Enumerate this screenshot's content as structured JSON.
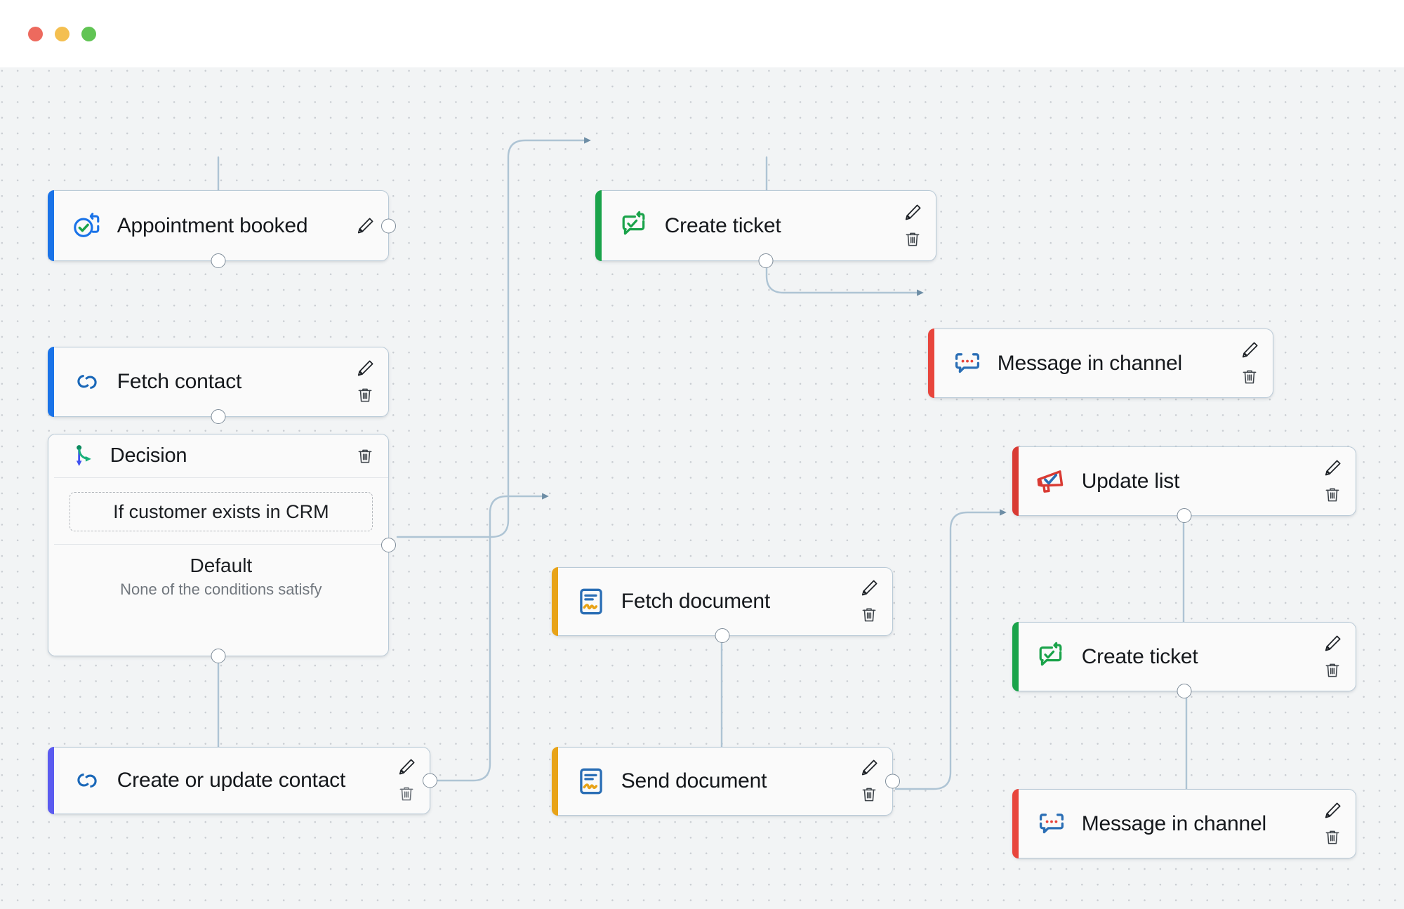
{
  "window": {
    "traffic_lights": [
      {
        "name": "close",
        "color": "#ed6a5e"
      },
      {
        "name": "minimize",
        "color": "#f4bf50"
      },
      {
        "name": "maximize",
        "color": "#61c454"
      }
    ]
  },
  "canvas": {
    "background_color": "#f2f4f5",
    "dot_color": "#c9cdd2",
    "edge_color": "#aec4d4",
    "arrow_color": "#6d8da5"
  },
  "accents": {
    "trigger_blue": "#1a73e8",
    "crm_blue": "#1a73e8",
    "ticket_green": "#1aa34a",
    "channel_red": "#e8453c",
    "list_red": "#d93a33",
    "document_amber": "#e8a317",
    "contact_indigo": "#5b5bf0",
    "decision_none": "transparent"
  },
  "actions": {
    "edit_label": "edit",
    "delete_label": "delete",
    "edit_icon": "pencil-icon",
    "delete_icon": "trash-icon"
  },
  "nodes": [
    {
      "id": "appointment-booked",
      "label": "Appointment booked",
      "icon": "appointment-booked-icon",
      "accent": "#1a73e8",
      "has_edit": true,
      "has_delete": false,
      "ports": [
        "bottom",
        "right"
      ]
    },
    {
      "id": "fetch-contact",
      "label": "Fetch contact",
      "icon": "linked-rings-icon",
      "accent": "#1a73e8",
      "has_edit": true,
      "has_delete": true,
      "ports": [
        "bottom"
      ]
    },
    {
      "id": "decision",
      "label": "Decision",
      "icon": "branch-decision-icon",
      "accent": "transparent",
      "has_edit": false,
      "has_delete": true,
      "condition": "If customer exists in CRM",
      "default_title": "Default",
      "default_subtitle": "None of the conditions satisfy",
      "ports": [
        "bottom",
        "condition-right"
      ]
    },
    {
      "id": "create-or-update-contact",
      "label": "Create or update contact",
      "icon": "linked-rings-icon",
      "accent": "#5b5bf0",
      "has_edit": true,
      "has_delete": true,
      "ports": [
        "right"
      ]
    },
    {
      "id": "create-ticket-top",
      "label": "Create ticket",
      "icon": "ticket-chat-check-icon",
      "accent": "#1aa34a",
      "has_edit": true,
      "has_delete": true,
      "ports": [
        "bottom"
      ]
    },
    {
      "id": "message-in-channel-top",
      "label": "Message in channel",
      "icon": "chat-dots-icon",
      "accent": "#e8453c",
      "has_edit": true,
      "has_delete": true,
      "ports": []
    },
    {
      "id": "fetch-document",
      "label": "Fetch document",
      "icon": "signed-document-icon",
      "accent": "#e8a317",
      "has_edit": true,
      "has_delete": true,
      "ports": [
        "bottom"
      ]
    },
    {
      "id": "send-document",
      "label": "Send document",
      "icon": "signed-document-icon",
      "accent": "#e8a317",
      "has_edit": true,
      "has_delete": true,
      "ports": [
        "right"
      ]
    },
    {
      "id": "update-list",
      "label": "Update list",
      "icon": "megaphone-check-icon",
      "accent": "#d93a33",
      "has_edit": true,
      "has_delete": true,
      "ports": [
        "bottom"
      ]
    },
    {
      "id": "create-ticket-bottom",
      "label": "Create ticket",
      "icon": "ticket-chat-check-icon",
      "accent": "#1aa34a",
      "has_edit": true,
      "has_delete": true,
      "ports": [
        "bottom"
      ]
    },
    {
      "id": "message-in-channel-bottom",
      "label": "Message in channel",
      "icon": "chat-dots-icon",
      "accent": "#e8453c",
      "has_edit": true,
      "has_delete": true,
      "ports": []
    }
  ],
  "edges": [
    {
      "from": "appointment-booked",
      "to": "fetch-contact"
    },
    {
      "from": "fetch-contact",
      "to": "decision"
    },
    {
      "from": "decision",
      "to": "create-or-update-contact"
    },
    {
      "from": "decision-condition",
      "to": "create-ticket-top"
    },
    {
      "from": "create-ticket-top",
      "to": "message-in-channel-top"
    },
    {
      "from": "create-or-update-contact",
      "to": "fetch-document"
    },
    {
      "from": "fetch-document",
      "to": "send-document"
    },
    {
      "from": "send-document",
      "to": "update-list"
    },
    {
      "from": "update-list",
      "to": "create-ticket-bottom"
    },
    {
      "from": "create-ticket-bottom",
      "to": "message-in-channel-bottom"
    }
  ]
}
